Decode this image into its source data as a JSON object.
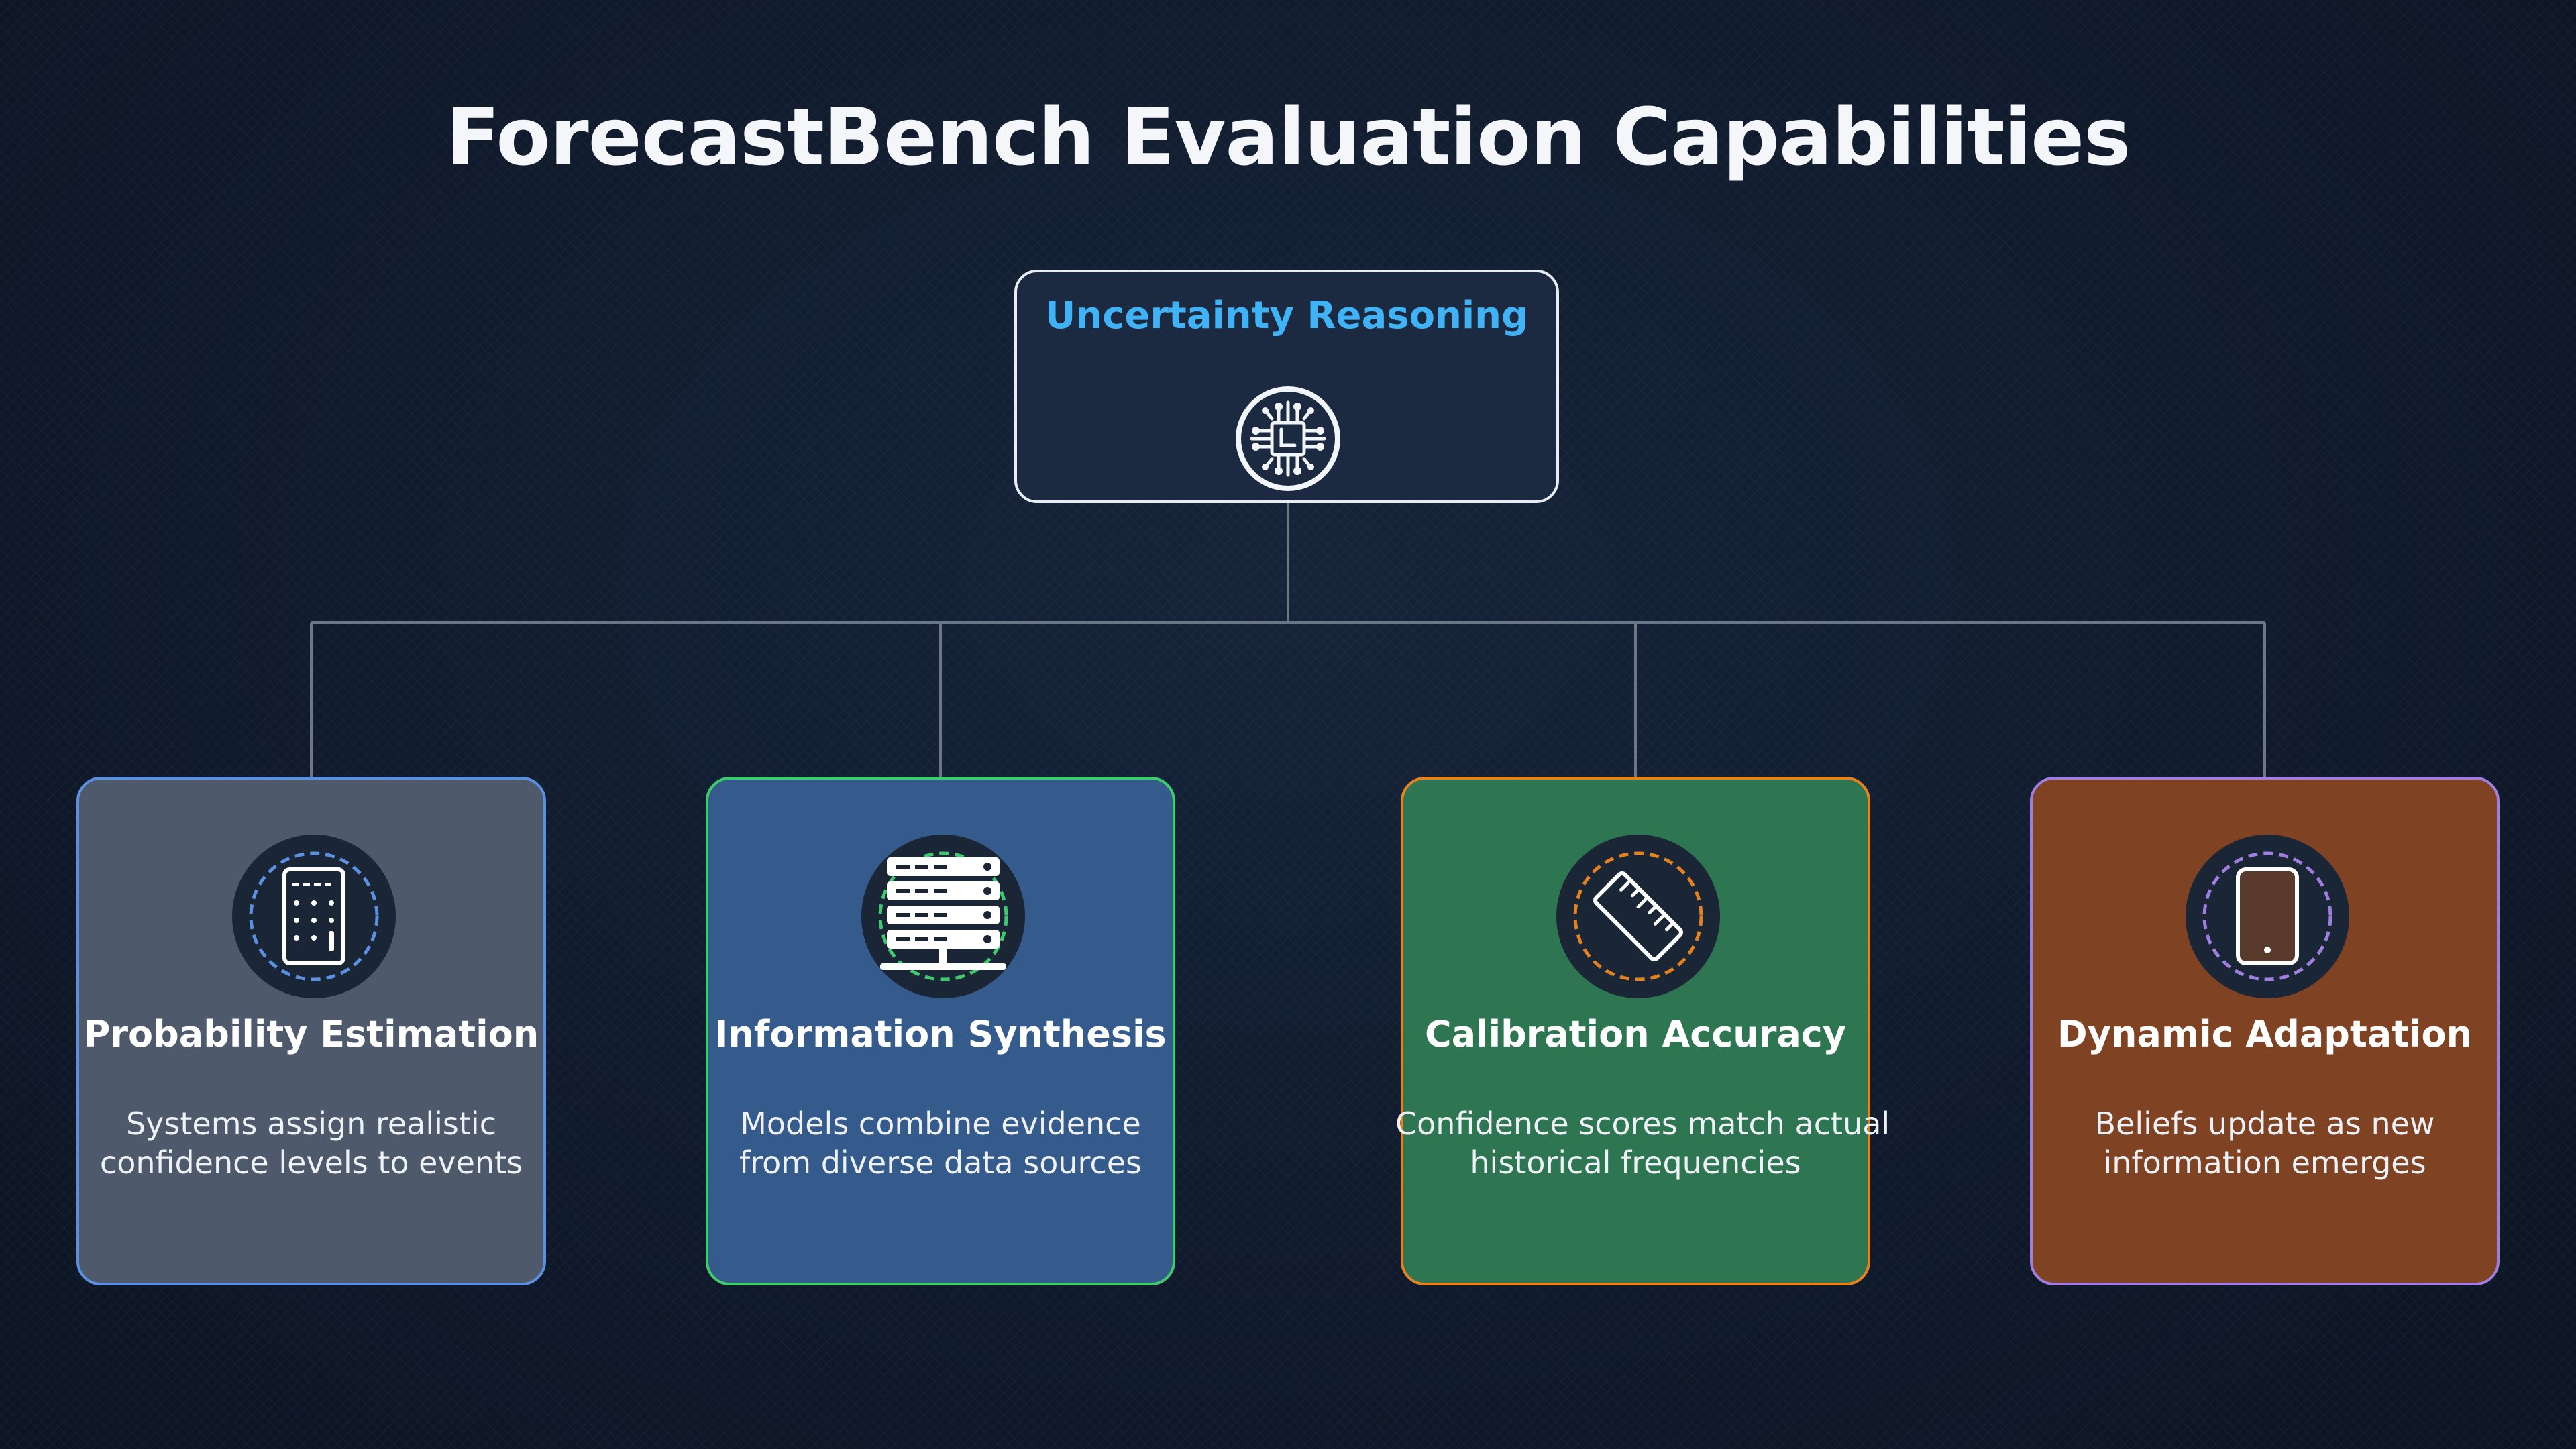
{
  "title": "ForecastBench Evaluation Capabilities",
  "root": {
    "label": "Uncertainty Reasoning",
    "icon": "circuit-brain-icon",
    "color": "#3fb3f6"
  },
  "capabilities": [
    {
      "title": "Probability Estimation",
      "desc_line1": "Systems assign realistic",
      "desc_line2": "confidence levels to events",
      "icon": "calculator-icon",
      "color": "#4e5a6c",
      "border": "#5b8fe0"
    },
    {
      "title": "Information Synthesis",
      "desc_line1": "Models combine evidence",
      "desc_line2": "from diverse data sources",
      "icon": "server-stack-icon",
      "color": "#355a8c",
      "border": "#3ecb6e"
    },
    {
      "title": "Calibration Accuracy",
      "desc_line1": "Confidence scores match actual",
      "desc_line2": "historical frequencies",
      "icon": "ruler-icon",
      "color": "#2e7552",
      "border": "#e6821e"
    },
    {
      "title": "Dynamic Adaptation",
      "desc_line1": "Beliefs update as new",
      "desc_line2": "information emerges",
      "icon": "tablet-icon",
      "color": "#7f4324",
      "border": "#9f7ee0"
    }
  ]
}
